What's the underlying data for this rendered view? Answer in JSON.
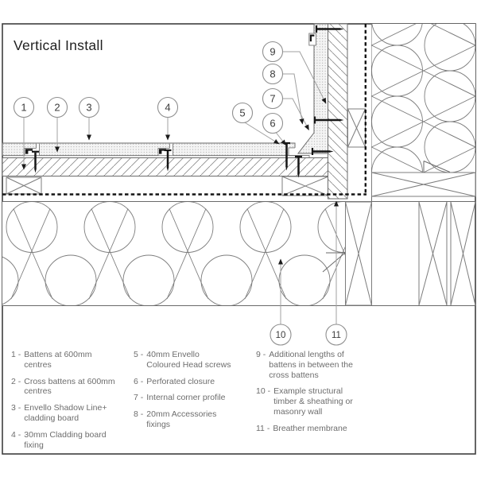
{
  "title": "Vertical Install",
  "callouts": [
    "1",
    "2",
    "3",
    "4",
    "5",
    "6",
    "7",
    "8",
    "9",
    "10",
    "11"
  ],
  "legend": [
    [
      {
        "num": "1 -",
        "text": "Battens at 600mm centres"
      },
      {
        "num": "2 -",
        "text": "Cross battens at 600mm centres"
      },
      {
        "num": "3 -",
        "text": "Envello Shadow Line+ cladding board"
      },
      {
        "num": "4 -",
        "text": "30mm Cladding board fixing"
      }
    ],
    [
      {
        "num": "5 -",
        "text": "40mm Envello Coloured Head screws"
      },
      {
        "num": "6 -",
        "text": "Perforated closure"
      },
      {
        "num": "7 -",
        "text": "Internal corner profile"
      },
      {
        "num": "8 -",
        "text": "20mm Accessories fixings"
      }
    ],
    [
      {
        "num": "9 -",
        "text": "Additional lengths of battens in between the cross battens"
      },
      {
        "num": "10 -",
        "text": "Example structural timber & sheathing or masonry wall"
      },
      {
        "num": "11 -",
        "text": "Breather membrane"
      }
    ]
  ],
  "colors": {
    "border": "#3f3f3f",
    "outline": "#6a6a6a",
    "hatch": "#8f8f8f",
    "insulation": "#7d7d7d",
    "membrane": "#131313",
    "screw": "#161616",
    "leader": "#a0a0a0",
    "text": "#6d6d6d",
    "title": "#1f1f1f"
  }
}
